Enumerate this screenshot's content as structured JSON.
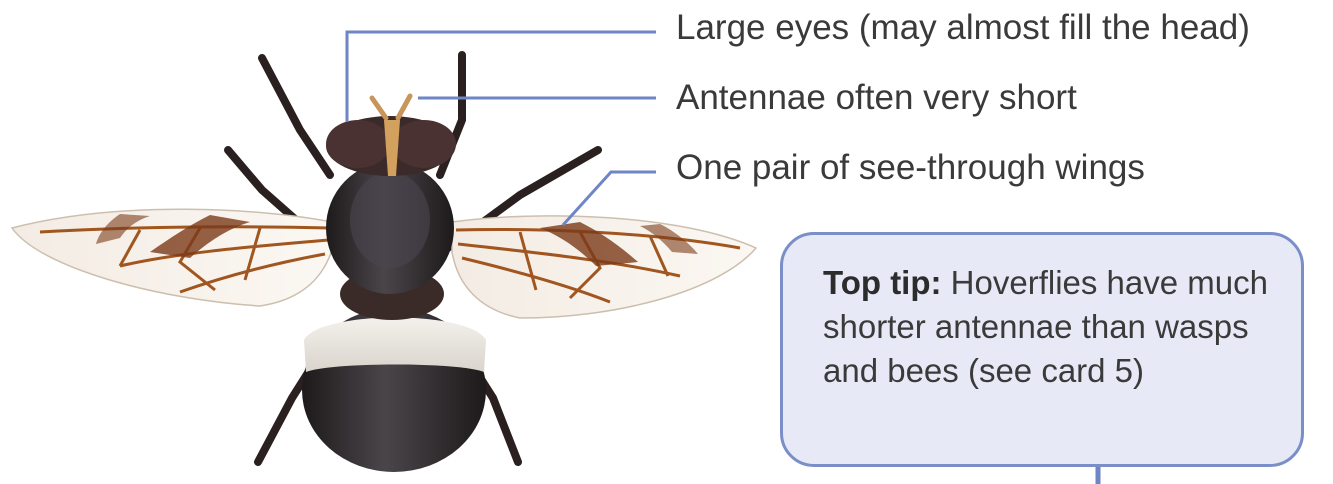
{
  "annotations": [
    {
      "id": "eyes",
      "text": "Large eyes (may almost fill the head)"
    },
    {
      "id": "antennae",
      "text": "Antennae often very short"
    },
    {
      "id": "wings",
      "text": "One pair of see-through wings"
    }
  ],
  "tip": {
    "heading": "Top tip:",
    "body": "Hoverflies have much shorter antennae than wasps and bees (see card 5)"
  },
  "colors": {
    "leader_line": "#6f86c6",
    "tip_fill": "#e7eaf6",
    "tip_border": "#7a8fc8",
    "text": "#3a3a3a"
  }
}
